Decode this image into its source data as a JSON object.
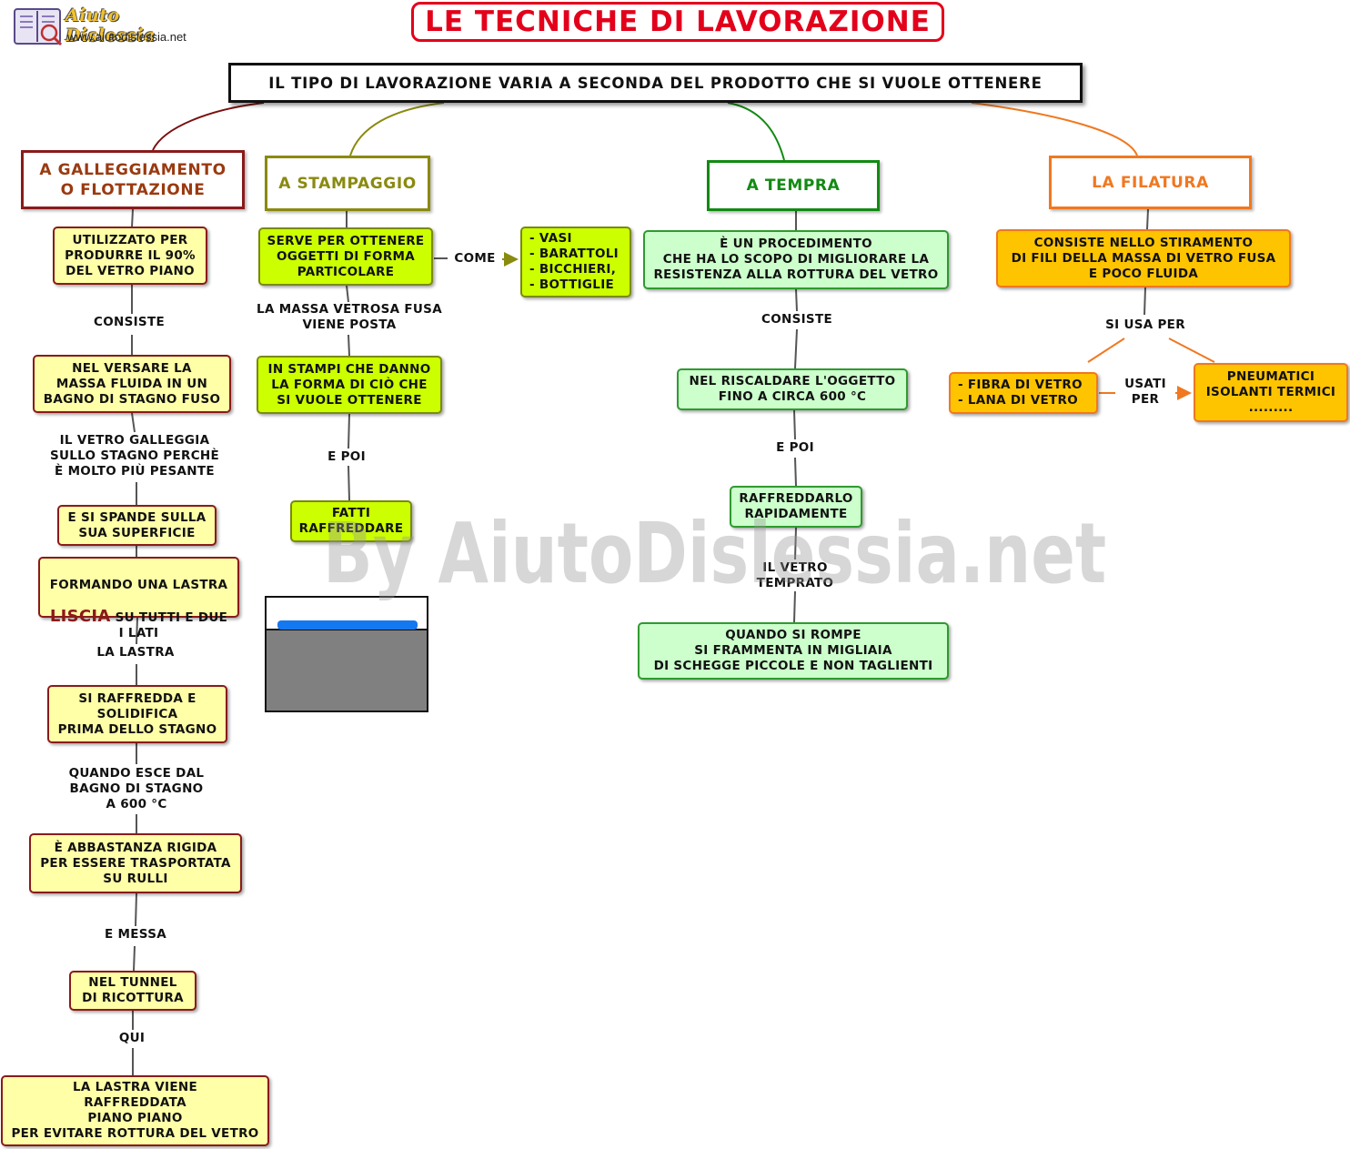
{
  "logo": {
    "name": "Aiuto Dislessia",
    "url": "www.aiutodislessia.net"
  },
  "title": "LE TECNICHE DI LAVORAZIONE",
  "subtitle": "IL TIPO DI LAVORAZIONE VARIA A SECONDA DEL PRODOTTO CHE SI VUOLE OTTENERE",
  "watermark": "By AiutoDislessia.net",
  "branches": {
    "galleggiamento": {
      "head": "A GALLEGGIAMENTO\nO FLOTTAZIONE",
      "n1": "UTILIZZATO PER\nPRODURRE IL 90%\nDEL VETRO PIANO",
      "l1": "CONSISTE",
      "n2": "NEL VERSARE LA\nMASSA FLUIDA IN UN\nBAGNO DI STAGNO FUSO",
      "l2": "IL VETRO GALLEGGIA\nSULLO STAGNO PERCHÈ\nÈ MOLTO PIÙ PESANTE",
      "n3": "E SI SPANDE SULLA\nSUA SUPERFICIE",
      "n4_pre": "FORMANDO UNA LASTRA",
      "n4_em": "LISCIA",
      "n4_post": " SU TUTTI E DUE\nI LATI",
      "l3": "LA LASTRA",
      "n5": "SI RAFFREDDA E\nSOLIDIFICA\nPRIMA DELLO STAGNO",
      "l4": "QUANDO ESCE DAL\nBAGNO DI STAGNO\nA 600 °C",
      "n6": "È ABBASTANZA RIGIDA\nPER ESSERE TRASPORTATA\nSU RULLI",
      "l5": "E MESSA",
      "n7": "NEL  TUNNEL\nDI  RICOTTURA",
      "l6": "QUI",
      "n8": "LA  LASTRA VIENE\nRAFFREDDATA\nPIANO PIANO\nPER EVITARE ROTTURA DEL VETRO"
    },
    "stampaggio": {
      "head": "A STAMPAGGIO",
      "n1": "SERVE PER OTTENERE\nOGGETTI DI FORMA\nPARTICOLARE",
      "l_come": "COME",
      "examples": "- VASI\n- BARATTOLI\n- BICCHIERI,\n- BOTTIGLIE",
      "l1": "LA MASSA VETROSA FUSA\nVIENE POSTA",
      "n2": "IN STAMPI CHE DANNO\nLA FORMA DI CIÒ CHE\nSI VUOLE OTTENERE",
      "l2": "E POI",
      "n3": "FATTI\nRAFFREDDARE"
    },
    "tempra": {
      "head": "A TEMPRA",
      "n1": "È UN PROCEDIMENTO\nCHE HA LO SCOPO DI MIGLIORARE LA\nRESISTENZA ALLA ROTTURA DEL VETRO",
      "l1": "CONSISTE",
      "n2": "NEL RISCALDARE L'OGGETTO\nFINO A CIRCA 600 °C",
      "l2": "E POI",
      "n3": "RAFFREDDARLO\nRAPIDAMENTE",
      "l3": "IL VETRO\nTEMPRATO",
      "n4": "QUANDO SI ROMPE\nSI FRAMMENTA IN MIGLIAIA\nDI SCHEGGE PICCOLE E NON TAGLIENTI"
    },
    "filatura": {
      "head": "LA FILATURA",
      "n1": "CONSISTE NELLO STIRAMENTO\nDI FILI DELLA MASSA DI VETRO FUSA\nE POCO FLUIDA",
      "l1": "SI USA PER",
      "n2": "- FIBRA DI VETRO\n- LANA DI VETRO",
      "l2": "USATI\nPER",
      "n3": "PNEUMATICI\nISOLANTI TERMICI\n........."
    }
  },
  "colors": {
    "title": "#e3001b",
    "galleggiamento": "#8a1a1a",
    "stampaggio": "#8a8a10",
    "tempra": "#128a12",
    "filatura": "#f07820"
  }
}
